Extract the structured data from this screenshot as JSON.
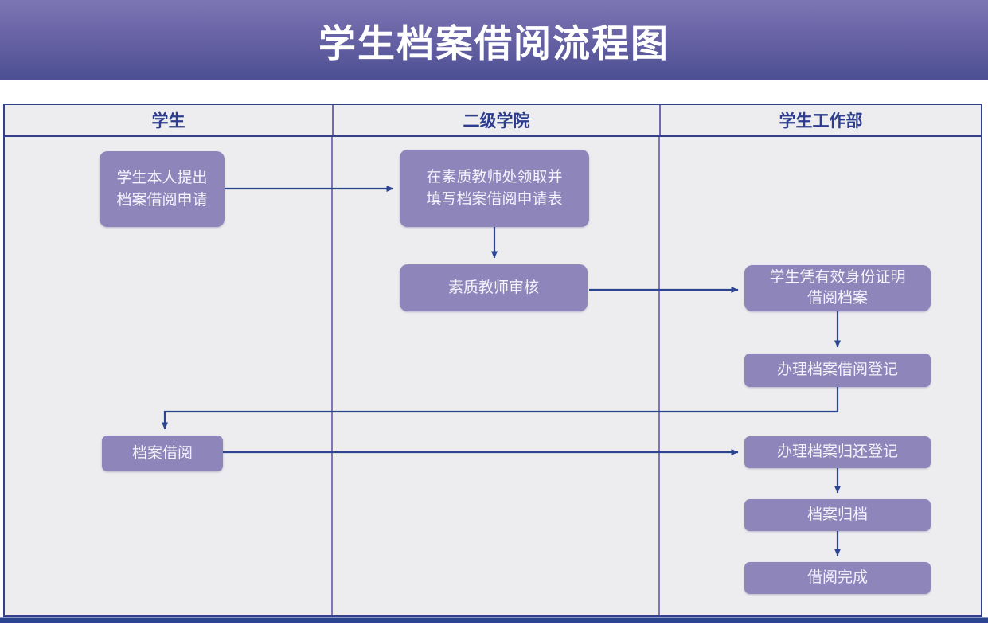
{
  "title": "学生档案借阅流程图",
  "lanes": [
    {
      "label": "学生"
    },
    {
      "label": "二级学院"
    },
    {
      "label": "学生工作部"
    }
  ],
  "nodes": [
    {
      "id": "apply",
      "lane": "学生",
      "lines": [
        "学生本人提出",
        "档案借阅申请"
      ]
    },
    {
      "id": "form",
      "lane": "二级学院",
      "lines": [
        "在素质教师处领取并",
        "填写档案借阅申请表"
      ]
    },
    {
      "id": "review",
      "lane": "二级学院",
      "lines": [
        "素质教师审核"
      ]
    },
    {
      "id": "borrow-with-id",
      "lane": "学生工作部",
      "lines": [
        "学生凭有效身份证明",
        "借阅档案"
      ]
    },
    {
      "id": "borrow-register",
      "lane": "学生工作部",
      "lines": [
        "办理档案借阅登记"
      ]
    },
    {
      "id": "borrowing",
      "lane": "学生",
      "lines": [
        "档案借阅"
      ]
    },
    {
      "id": "return-register",
      "lane": "学生工作部",
      "lines": [
        "办理档案归还登记"
      ]
    },
    {
      "id": "archive-filing",
      "lane": "学生工作部",
      "lines": [
        "档案归档"
      ]
    },
    {
      "id": "complete",
      "lane": "学生工作部",
      "lines": [
        "借阅完成"
      ]
    }
  ],
  "edges": [
    {
      "from": "apply",
      "to": "form"
    },
    {
      "from": "form",
      "to": "review"
    },
    {
      "from": "review",
      "to": "borrow-with-id"
    },
    {
      "from": "borrow-with-id",
      "to": "borrow-register"
    },
    {
      "from": "borrow-register",
      "to": "borrowing"
    },
    {
      "from": "borrowing",
      "to": "return-register"
    },
    {
      "from": "return-register",
      "to": "archive-filing"
    },
    {
      "from": "archive-filing",
      "to": "complete"
    }
  ],
  "colors": {
    "banner_gradient_top": "#7d76b3",
    "banner_gradient_bottom": "#4c4f93",
    "node_fill": "#8e85bb",
    "node_text": "#f4f2fa",
    "arrow": "#2b4590",
    "header_text": "#2c3c8e",
    "outer_border": "#33418c",
    "lane_divider": "#8077b6",
    "board_background": "#ededef"
  }
}
